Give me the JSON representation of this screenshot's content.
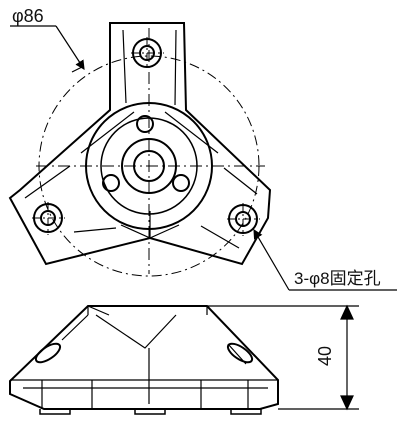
{
  "drawing": {
    "bolt_circle_dimension": "φ86",
    "hole_callout": "3-φ8固定孔",
    "height_dimension": "40"
  }
}
